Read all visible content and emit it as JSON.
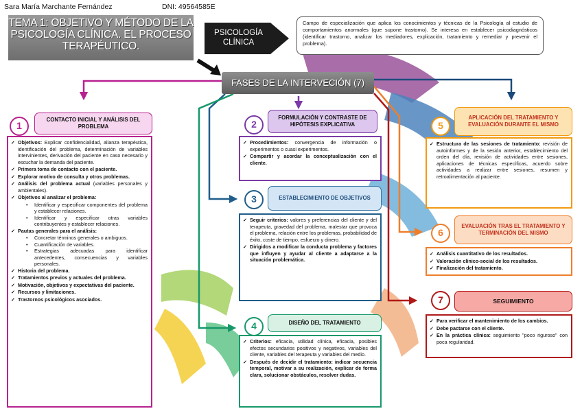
{
  "header": {
    "author": "Sara María Marchante Fernández",
    "dni": "DNI: 49564585E",
    "title": "TEMA 1: OBJETIVO Y MÉTODO DE LA PSICOLOGÍA CLÍNICA. EL PROCESO TERAPÉUTICO.",
    "arrow_label_line1": "PSICOLOGÍA",
    "arrow_label_line2": "CLÍNICA",
    "definition": "Campo de especialización que aplica los conocimientos y técnicas de la Psicología al estudio de comportamientos anormales (que supone trastorno). Se interesa en establecer psicodiagnósticos (identificar trastorno, analizar los mediadores, explicación, tratamiento y remediar y prevenir el problema).",
    "phases_title": "FASES DE LA INTERVECIÓN (7)"
  },
  "colors": {
    "phase1": "#b8218f",
    "phase2": "#7b3aa6",
    "phase3": "#1f5d8a",
    "phase4": "#17986a",
    "phase5": "#f29a10",
    "phase6": "#ef7e2a",
    "phase7": "#b01818"
  },
  "phases": {
    "p1": {
      "number": "1",
      "title": "CONTACTO INICIAL Y ANÁLISIS DEL PROBLEMA",
      "items": {
        "i1_label": "Objetivos:",
        "i1_text": " Explicar confidencialidad, alianza terapéutica, identificación del problema, determinación de variables intervinientes, derivación del paciente en caso necesario y escuchar la demanda del paciente.",
        "i2": "Primera toma de contacto con el paciente.",
        "i3": "Explorar motivo de consulta y otros problemas.",
        "i4_label": "Análisis del problema actual",
        "i4_text": " (variables personales y ambientales).",
        "i5": "Objetivos al analizar el problema:",
        "i5_sub1": "Identificar y especificar componentes del problema y establecer relaciones.",
        "i5_sub2": "Identificar y especificar otras variables contribuyentes y establecer relaciones.",
        "i6": "Pautas generales para el análisis:",
        "i6_sub1": "Concretar términos generales o ambiguos.",
        "i6_sub2": "Cuantificación de variables.",
        "i6_sub3": "Estrategias adecuadas para identificar antecedentes, consecuencias y variables personales.",
        "i7": "Historia del problema.",
        "i8": "Tratamientos previos y actuales del problema.",
        "i9": "Motivación, objetivos y expectativas del paciente.",
        "i10": "Recursos y limitaciones.",
        "i11": "Trastornos psicológicos asociados."
      }
    },
    "p2": {
      "number": "2",
      "title": "FORMULACIÓN Y CONTRASTE DE HIPÓTESIS EXPLICATIVA",
      "items": {
        "i1_label": "Procedimientos:",
        "i1_text": " convergencia de información o experimentos o cuasi experimentos.",
        "i2": "Compartir y acordar la conceptualización con el cliente."
      }
    },
    "p3": {
      "number": "3",
      "title": "ESTABLECIMIENTO DE OBJETIVOS",
      "items": {
        "i1_label": "Seguir criterios:",
        "i1_text": " valores y preferencias del cliente y del terapeuta, gravedad del problema, malestar que provoca el problema, relación entre los problemas, probabilidad de éxito, coste de tiempo, esfuerzo y dinero.",
        "i2": "Dirigidos a modificar la conducta problema y factores que influyen y ayudar al cliente a adaptarse a la situación problemática."
      }
    },
    "p4": {
      "number": "4",
      "title": "DISEÑO DEL TRATAMIENTO",
      "items": {
        "i1_label": "Criterios:",
        "i1_text": " eficacia, utilidad clínica, eficacia, posibles efectos secundarios positivos y negativos, variables del cliente, variables del terapeuta y variables del medio.",
        "i2": "Después de decidir el tratamiento: indicar secuencia temporal, motivar a su realización, explicar de forma clara, solucionar obstáculos, resolver dudas."
      }
    },
    "p5": {
      "number": "5",
      "title": "APLICACIÓN DEL TRATAMIENTO Y EVALUACIÓN DURANTE EL MISMO",
      "items": {
        "i1_label": "Estructura de las sesiones de tratamiento:",
        "i1_text": " revisión de autoinformes y de la sesión anterior, establecimiento del orden del día, revisión de actividades entre sesiones, aplicaciones de técnicas específicas, acuerdo sobre actividades a realizar entre sesiones, resumen y retroalimentación al paciente."
      }
    },
    "p6": {
      "number": "6",
      "title": "EVALUACIÓN TRAS EL TRATAMIENTO Y TERMINACIÓN DEL MISMO",
      "items": {
        "i1": "Análisis cuantitativo de los resultados.",
        "i2": "Valoración clínico-social de los resultados.",
        "i3": "Finalización del tratamiento."
      }
    },
    "p7": {
      "number": "7",
      "title": "SEGUIMIENTO",
      "items": {
        "i1": "Para verificar el mantenimiento de los cambios.",
        "i2": "Debe pactarse con el cliente.",
        "i3_label": "En la práctica clínica:",
        "i3_text": " seguimiento \"poco riguroso\" con poca regularidad."
      }
    }
  }
}
